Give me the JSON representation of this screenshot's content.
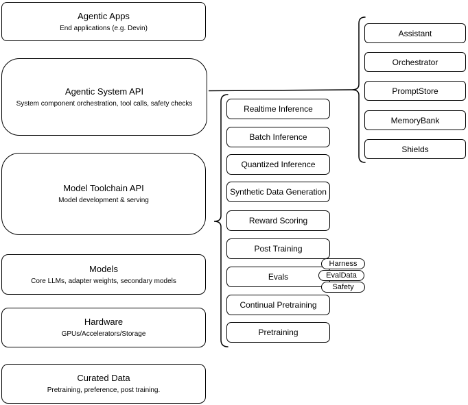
{
  "diagram": {
    "left_stack": [
      {
        "title": "Agentic Apps",
        "subtitle": "End applications (e.g. Devin)"
      },
      {
        "title": "Agentic System API",
        "subtitle": "System component orchestration, tool calls, safety checks"
      },
      {
        "title": "Model Toolchain API",
        "subtitle": "Model development & serving"
      },
      {
        "title": "Models",
        "subtitle": "Core LLMs, adapter weights, secondary models"
      },
      {
        "title": "Hardware",
        "subtitle": "GPUs/Accelerators/Storage"
      },
      {
        "title": "Curated Data",
        "subtitle": "Pretraining, preference, post training."
      }
    ],
    "toolchain_components": [
      "Realtime Inference",
      "Batch Inference",
      "Quantized Inference",
      "Synthetic Data Generation",
      "Reward Scoring",
      "Post Training",
      "Evals",
      "Continual Pretraining",
      "Pretraining"
    ],
    "evals_sub": [
      "Harness",
      "EvalData",
      "Safety"
    ],
    "agentic_components": [
      "Assistant",
      "Orchestrator",
      "PromptStore",
      "MemoryBank",
      "Shields"
    ],
    "colors": {
      "stroke": "#000000",
      "fill": "#ffffff",
      "text": "#000000"
    }
  }
}
